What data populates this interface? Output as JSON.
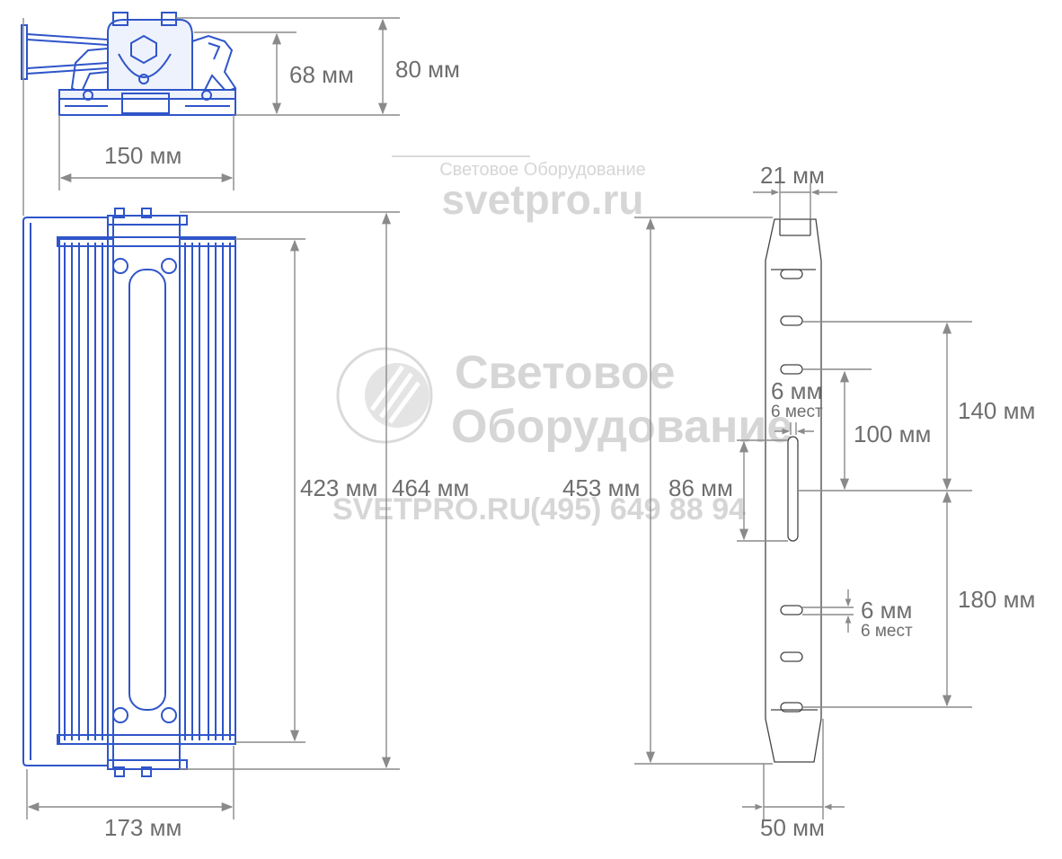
{
  "watermark": {
    "top_line1": "Световое Оборудование",
    "top_line2": "svetpro.ru",
    "center_line1": "Световое",
    "center_line2": "Оборудование",
    "footer_site": "SVETPRO.RU",
    "footer_phone": "(495) 649 88 94"
  },
  "dimensions": {
    "top_height_inner": "68 мм",
    "top_height_outer": "80 мм",
    "top_width": "150 мм",
    "body_height_inner": "423 мм",
    "body_height_outer": "464 мм",
    "body_width": "173 мм",
    "bracket_height": "453 мм",
    "bracket_slot": "86 мм",
    "bracket_top_width": "21 мм",
    "bracket_bottom_width": "50 мм",
    "hole_spacing_upper_short": "100 мм",
    "hole_spacing_upper_long": "140 мм",
    "hole_spacing_lower": "180 мм",
    "hole_size_upper": "6 мм",
    "hole_count_upper": "6 мест",
    "hole_size_lower": "6 мм",
    "hole_count_lower": "6 мест"
  },
  "colors": {
    "drawing": "#2f55c9",
    "dimension": "#6e6e6e",
    "watermark": "#d6d6d6"
  }
}
